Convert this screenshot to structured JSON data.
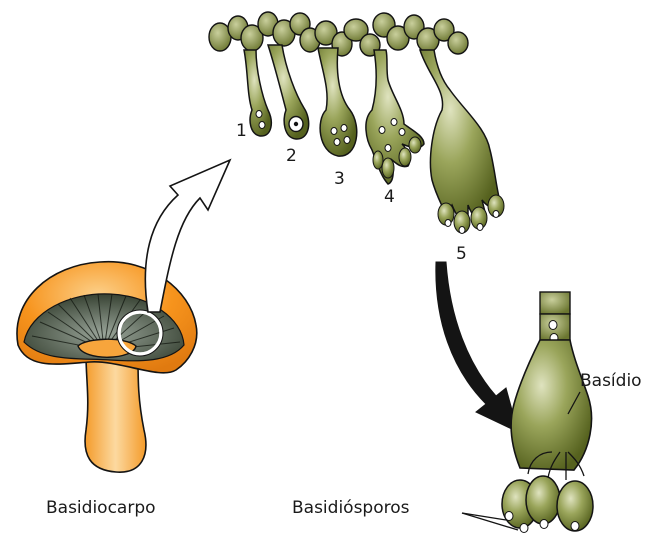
{
  "labels": {
    "basidiocarp": "Basidiocarpo",
    "basidiospores": "Basidiósporos",
    "basidium": "Basídio"
  },
  "stages": [
    "1",
    "2",
    "3",
    "4",
    "5"
  ],
  "colors": {
    "olive_dark": "#4e5a18",
    "olive_light": "#b4bd7a",
    "cap_orange": "#f7941d",
    "cap_highlight": "#fcc777",
    "gill_dark": "#2f3a1f",
    "outline": "#141414"
  }
}
